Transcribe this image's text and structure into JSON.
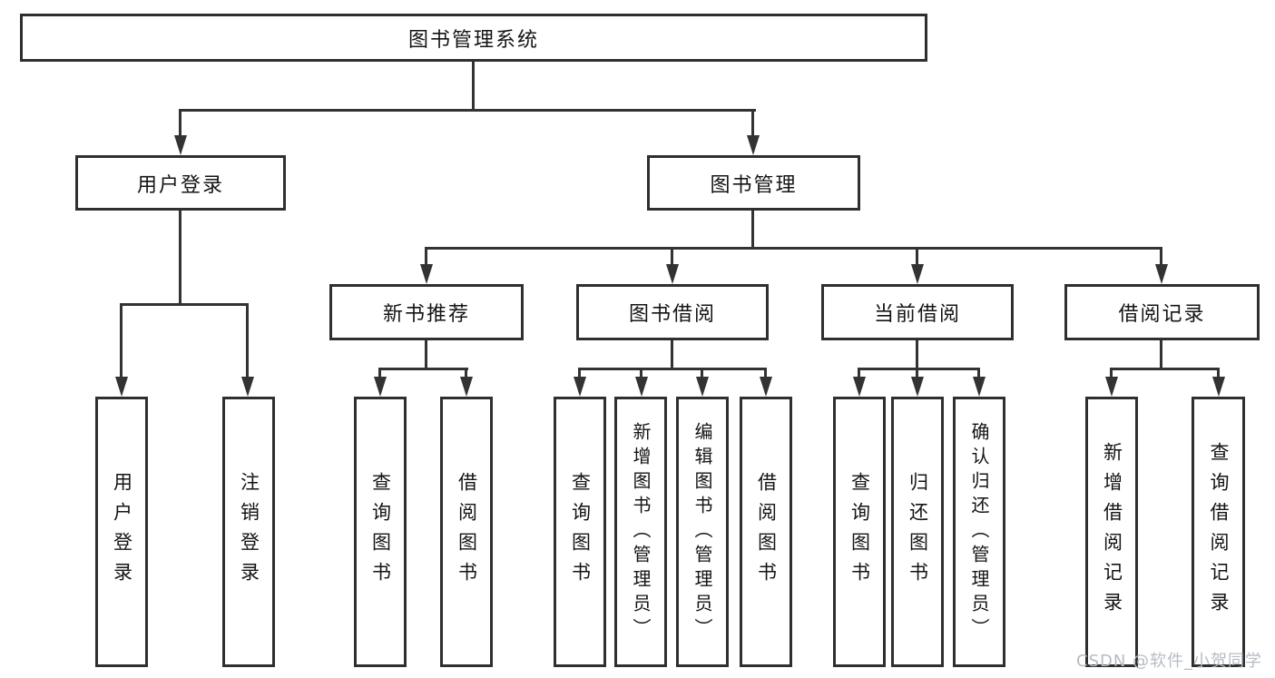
{
  "nodes": {
    "root": "图书管理系统",
    "user_login": "用户登录",
    "book_mgmt": "图书管理",
    "new_books": "新书推荐",
    "book_borrow": "图书借阅",
    "current_borrow": "当前借阅",
    "borrow_records": "借阅记录",
    "ul_children": [
      "用户登录",
      "注销登录"
    ],
    "nb_children": [
      "查询图书",
      "借阅图书"
    ],
    "bb_children": [
      "查询图书",
      "新增图书（管理员）",
      "编辑图书（管理员）",
      "借阅图书"
    ],
    "cb_children": [
      "查询图书",
      "归还图书",
      "确认归还（管理员）"
    ],
    "br_children": [
      "新增借阅记录",
      "查询借阅记录"
    ]
  },
  "watermark": "CSDN @软件_小贺同学",
  "colors": {
    "line": "#333333",
    "border": "#2f2f2f",
    "text": "#141414",
    "watermark": "#b6bcc4",
    "background": "#ffffff"
  }
}
